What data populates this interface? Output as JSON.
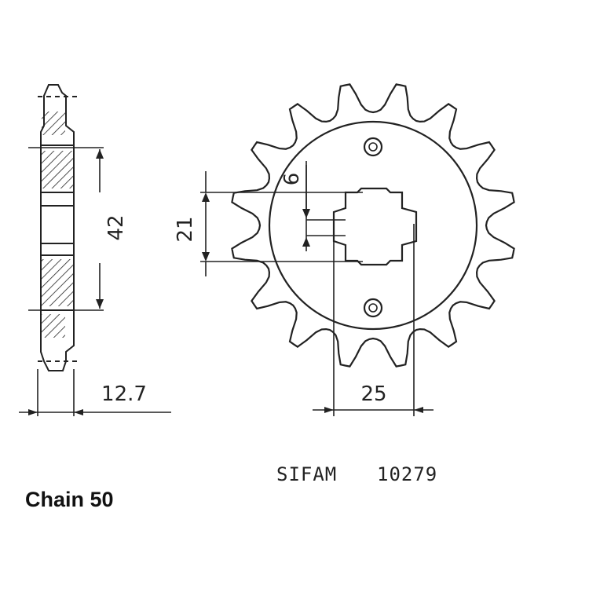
{
  "dimensions": {
    "pitch_circle": "42",
    "chain_width": "12.7",
    "spline_width": "6",
    "spline_minor": "21",
    "spline_major": "25"
  },
  "footer": {
    "brand": "SIFAM",
    "part_number": "10279",
    "chain_label": "Chain 50"
  },
  "sprocket": {
    "teeth": 16
  }
}
